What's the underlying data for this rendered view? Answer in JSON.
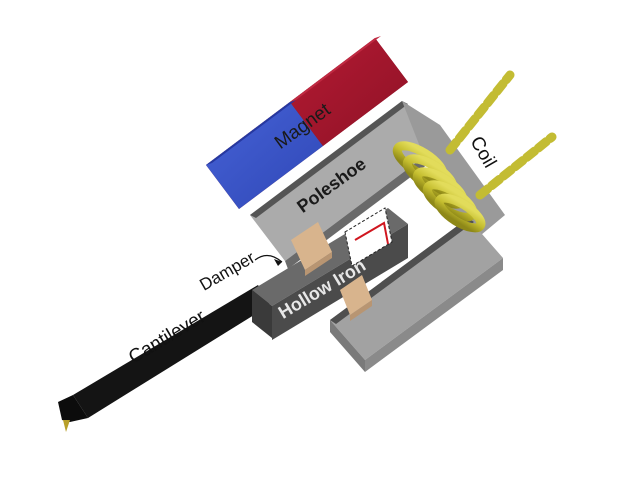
{
  "labels": {
    "magnet": "Magnet",
    "poleshoe": "Poleshoe",
    "coil": "Coil",
    "damper": "Damper",
    "hollow_iron": "Hollow Iron",
    "cantilever": "Cantilever"
  },
  "colors": {
    "magnet_north": "#a9172f",
    "magnet_south": "#3b55c9",
    "poleshoe": "#a7a7a7",
    "hollow_iron": "#4b4b4b",
    "damper": "#d8b48d",
    "coil": "#c9c238",
    "cantilever": "#111111",
    "background": "#ffffff"
  }
}
